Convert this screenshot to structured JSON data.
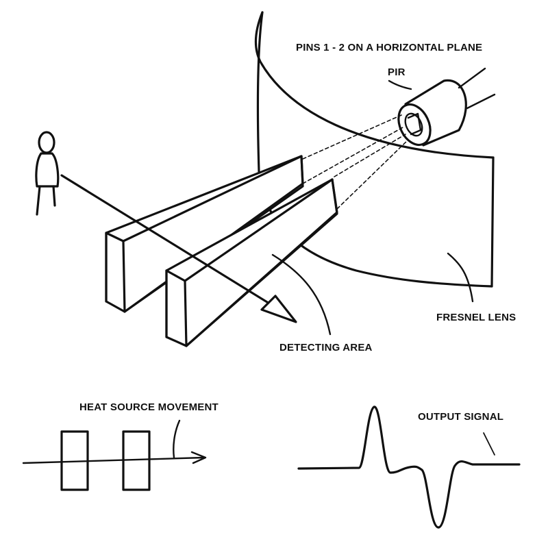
{
  "labels": {
    "pins": "PINS 1 - 2 ON A HORIZONTAL PLANE",
    "pir": "PIR",
    "fresnel": "FRESNEL LENS",
    "detecting_area": "DETECTING AREA",
    "heat_source": "HEAT SOURCE MOVEMENT",
    "output_signal": "OUTPUT SIGNAL"
  },
  "colors": {
    "ink": "#111111",
    "background": "#ffffff"
  }
}
